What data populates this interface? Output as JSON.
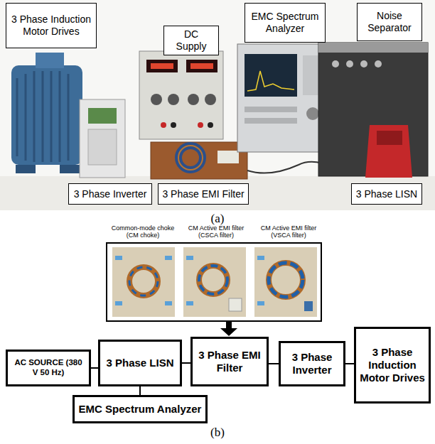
{
  "diagram": {
    "nodes": [
      {
        "text": [
          "3 Phase Induction Motor Drives"
        ]
      },
      {
        "text": [
          "DC Supply"
        ]
      },
      {
        "text": [
          "EMC Spectrum Analyzer"
        ]
      },
      {
        "text": [
          "Noise Separator"
        ]
      },
      {
        "text": [
          "3 Phase Inverter"
        ]
      },
      {
        "text": [
          "3 Phase EMI Filter"
        ]
      },
      {
        "text": [
          "3 Phase LISN"
        ]
      },
      {
        "text": [
          "AC SOURCE (380 V 50 Hz)"
        ]
      },
      {
        "text": [
          "3 Phase LISN"
        ]
      },
      {
        "text": [
          "3 Phase EMI Filter"
        ]
      },
      {
        "text": [
          "3 Phase Inverter"
        ]
      },
      {
        "text": [
          "3 Phase Induction Motor Drives"
        ]
      },
      {
        "text": [
          "EMC Spectrum Analyzer"
        ]
      }
    ],
    "edges": [
      {
        "from": 7,
        "to": 8,
        "arrow": "none"
      },
      {
        "from": 8,
        "to": 9,
        "arrow": "none"
      },
      {
        "from": 9,
        "to": 10,
        "arrow": "none"
      },
      {
        "from": 10,
        "to": 11,
        "arrow": "none"
      },
      {
        "from": 8,
        "to": 12,
        "arrow": "none"
      }
    ],
    "labels": [
      "(a)",
      "Common-mode choke (CM choke)",
      "CM Active EMI filter (CSCA filter)",
      "CM Active EMI filter (VSCA filter)",
      "(b)"
    ]
  }
}
